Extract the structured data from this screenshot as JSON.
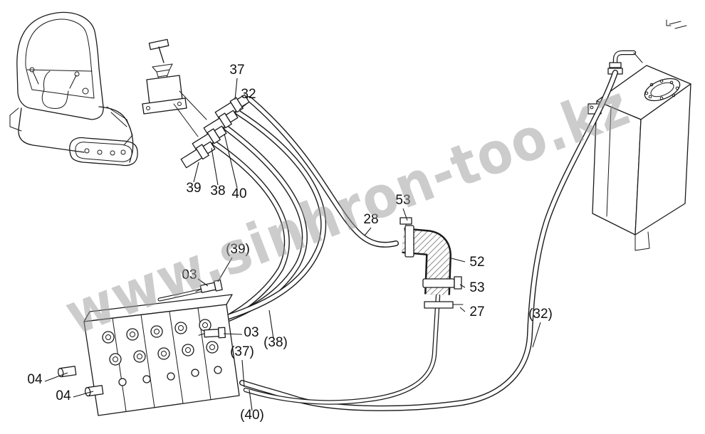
{
  "watermark": "www.sinhron-too.kz",
  "callouts": [
    {
      "text": "37"
    },
    {
      "text": "32"
    },
    {
      "text": "39"
    },
    {
      "text": "38"
    },
    {
      "text": "40"
    },
    {
      "text": "28"
    },
    {
      "text": "53"
    },
    {
      "text": "52"
    },
    {
      "text": "53"
    },
    {
      "text": "27"
    },
    {
      "text": "(32)"
    },
    {
      "text": "(39)"
    },
    {
      "text": "03"
    },
    {
      "text": "03"
    },
    {
      "text": "(38)"
    },
    {
      "text": "(37)"
    },
    {
      "text": "04"
    },
    {
      "text": "04"
    },
    {
      "text": "(40)"
    }
  ],
  "colors": {
    "line": "#1a1a1a",
    "label": "#111111",
    "watermark": "#9a9a9a",
    "background": "#ffffff"
  }
}
